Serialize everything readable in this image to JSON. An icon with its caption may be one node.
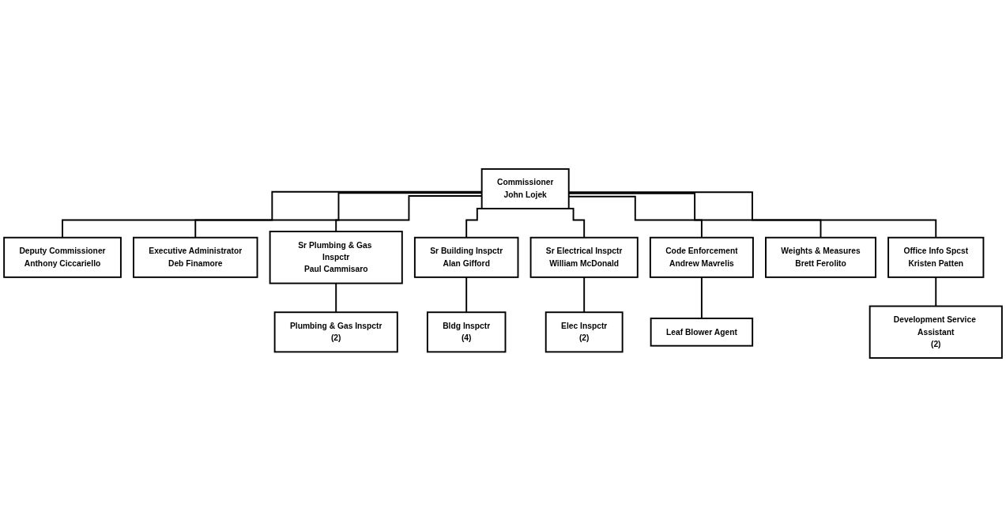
{
  "diagram": {
    "nodes": [
      {
        "text": [
          "Commissioner",
          "John Lojek"
        ]
      },
      {
        "text": [
          "Deputy Commissioner",
          "Anthony Ciccariello"
        ]
      },
      {
        "text": [
          "Executive Administrator",
          "Deb Finamore"
        ]
      },
      {
        "text": [
          "Sr Plumbing & Gas Inspctr",
          "Paul Cammisaro"
        ]
      },
      {
        "text": [
          "Sr Building Inspctr",
          "Alan Gifford"
        ]
      },
      {
        "text": [
          "Sr Electrical Inspctr",
          "William McDonald"
        ]
      },
      {
        "text": [
          "Code Enforcement",
          "Andrew Mavrelis"
        ]
      },
      {
        "text": [
          "Weights & Measures",
          "Brett Ferolito"
        ]
      },
      {
        "text": [
          "Office Info Spcst",
          "Kristen Patten"
        ]
      },
      {
        "text": [
          "Plumbing & Gas Inspctr",
          "(2)"
        ]
      },
      {
        "text": [
          "Bldg Inspctr",
          "(4)"
        ]
      },
      {
        "text": [
          "Elec Inspctr",
          "(2)"
        ]
      },
      {
        "text": [
          "Leaf Blower Agent"
        ]
      },
      {
        "text": [
          "Development Service Assistant",
          "(2)"
        ]
      }
    ],
    "edges": [
      {
        "from": 0,
        "to": 1,
        "arrow": "none"
      },
      {
        "from": 0,
        "to": 2,
        "arrow": "none"
      },
      {
        "from": 0,
        "to": 3,
        "arrow": "none"
      },
      {
        "from": 0,
        "to": 4,
        "arrow": "none"
      },
      {
        "from": 0,
        "to": 5,
        "arrow": "none"
      },
      {
        "from": 0,
        "to": 6,
        "arrow": "none"
      },
      {
        "from": 0,
        "to": 7,
        "arrow": "none"
      },
      {
        "from": 0,
        "to": 8,
        "arrow": "none"
      },
      {
        "from": 3,
        "to": 9,
        "arrow": "none"
      },
      {
        "from": 4,
        "to": 10,
        "arrow": "none"
      },
      {
        "from": 5,
        "to": 11,
        "arrow": "none"
      },
      {
        "from": 6,
        "to": 12,
        "arrow": "none"
      },
      {
        "from": 8,
        "to": 13,
        "arrow": "none"
      }
    ]
  }
}
